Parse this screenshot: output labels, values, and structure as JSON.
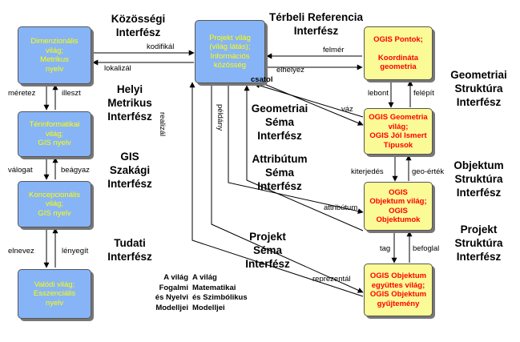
{
  "boxes": {
    "dimenzionalis": "Dimenzionális\nvilág;\nMetrikus\nnyelv",
    "terinformatikai": "Térinformatikai\nvilág;\nGIS nyelv",
    "koncepcionalis": "Koncepcionális\nvilág;\nGIS nyelv",
    "valodi": "Valódi világ;\nEsszenciális\nnyelv",
    "projekt": "Projekt világ\n(világ látás);\nInformációs\nközösség",
    "ogis_pontok": "OGIS Pontok;\n\nKoordináta\ngeometria",
    "ogis_geometria": "OGIS Geometria\nvilág;\nOGIS Jól Ismert\nTípusok",
    "ogis_objektum": "OGIS\nObjektum világ;\nOGIS\nObjektumok",
    "ogis_egyuttes": "OGIS Objektum\negyüttes világ;\nOGIS Objektum\ngyűjtemény"
  },
  "interfaces": {
    "kozossegi": "Közösségi\nInterfész",
    "helyi_metrikus": "Helyi\nMetrikus\nInterfész",
    "gis_szakagi": "GIS\nSzakági\nInterfész",
    "tudati": "Tudati\nInterfész",
    "terbeli_referencia": "Térbeli Referencia\nInterfész",
    "geometriai_struktura": "Geometriai\nStruktúra\nInterfész",
    "geometriai_sema": "Geometriai\nSéma\nInterfész",
    "objektum_struktura": "Objektum\nStruktúra\nInterfész",
    "attributum_sema": "Attribútum\nSéma\nInterfész",
    "projekt_struktura": "Projekt\nStruktúra\nInterfész",
    "projekt_sema": "Projekt\nSéma\nInterfész"
  },
  "arrow_labels": {
    "kodifikal": "kodifikál",
    "lokalizal": "lokalizál",
    "meretez": "méretez",
    "illeszt": "illeszt",
    "valogat": "válogat",
    "beagyaz": "beágyaz",
    "elnevez": "elnevez",
    "lenyegit": "lényegít",
    "felmer": "felmér",
    "elhelyez": "elhelyez",
    "csatol": "csatol",
    "vaz": "váz",
    "lebont": "lebont",
    "felepit": "felépít",
    "kiterjedes": "kiterjedés",
    "geo_ertek": "geo-érték",
    "attributum": "attribútum",
    "tag": "tag",
    "befoglal": "befoglal",
    "realizal": "realizál",
    "peldany": "példány",
    "reprezental": "reprezentál"
  },
  "models": {
    "fogalmi": "A világ\nFogalmi\nés Nyelvi\nModelljei",
    "matematikai": "A világ\nMatematikai\nés Szimbólikus\nModelljei"
  },
  "colors": {
    "blue_fill": "#86b4f6",
    "blue_text": "#ffff00",
    "yellow_fill": "#fafa96",
    "yellow_text": "#ff0000"
  }
}
